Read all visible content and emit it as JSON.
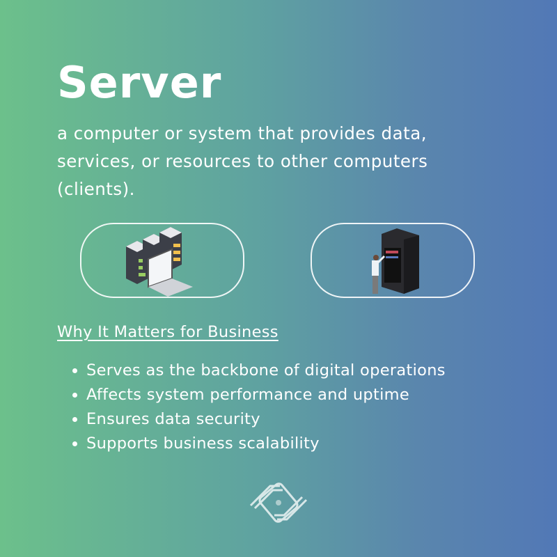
{
  "title": "Server",
  "definition": "a computer or system that provides data, services, or resources to other computers (clients).",
  "section_heading": "Why It Matters for Business",
  "bullets": [
    "Serves as the backbone of digital operations",
    "Affects system performance and uptime",
    "Ensures data security",
    "Supports business scalability"
  ],
  "colors": {
    "gradient_start": "#6cc08b",
    "gradient_end": "#5278b6"
  }
}
